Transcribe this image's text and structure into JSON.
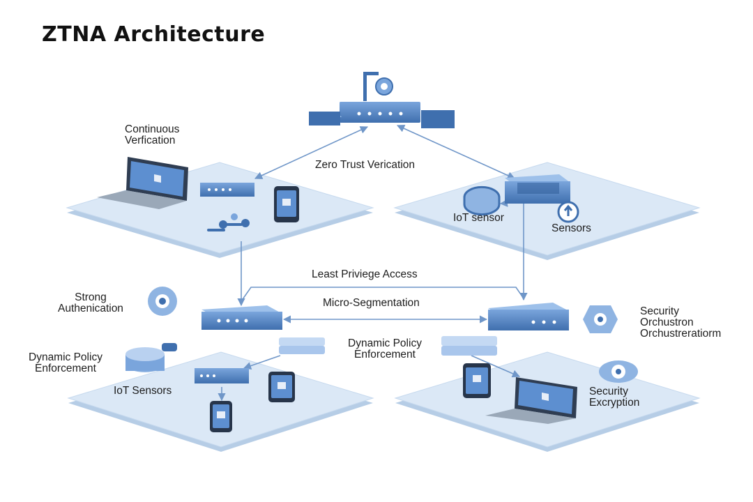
{
  "title": "ZTNA Architecture",
  "labels": {
    "continuous_verification": [
      "Continuous",
      "Verfication"
    ],
    "zero_trust": "Zero Trust Verication",
    "iot_sensor_top": "IoT sensor",
    "sensors": "Sensors",
    "least_privilege": "Least Priviege Access",
    "micro_segmentation": "Micro-Segmentation",
    "strong_auth": [
      "Strong",
      "Authenication"
    ],
    "security_orchestration": [
      "Security",
      "Orchustron",
      "Orchustreratiorm"
    ],
    "dynamic_policy_left": [
      "Dynamic Policy",
      "Enforcement"
    ],
    "dynamic_policy_center": [
      "Dynamic Policy",
      "Enforcement"
    ],
    "iot_sensors_bottom": "IoT Sensors",
    "security_encryption": [
      "Security",
      "Excryption"
    ]
  },
  "colors": {
    "platform_top": "#dbe8f6",
    "platform_edge": "#b6cde6",
    "device_blue": "#4f80bf",
    "device_dark": "#2f5d99",
    "arrow": "#6f96c8",
    "screen": "#5d8fd0"
  },
  "icons": {
    "top_router": "router-icon",
    "laptop": "laptop-icon",
    "tablet": "tablet-icon",
    "switch": "network-switch-icon",
    "server": "server-icon",
    "iot": "iot-sensor-icon",
    "fingerprint": "fingerprint-icon",
    "gear": "gear-icon",
    "lock": "lock-icon"
  }
}
